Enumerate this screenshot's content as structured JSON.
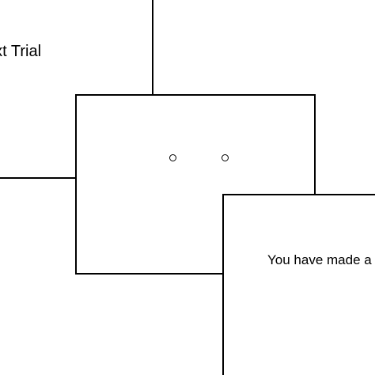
{
  "screens": [
    {
      "text": "ext Trial"
    },
    {
      "dots": 2
    },
    {
      "text": "You have made a"
    }
  ]
}
